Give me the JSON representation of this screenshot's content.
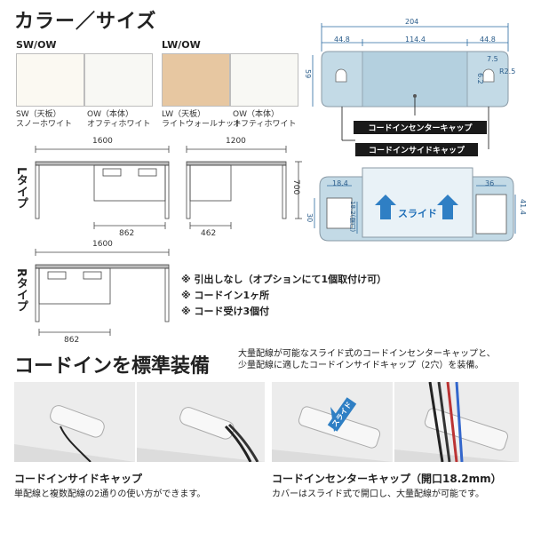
{
  "header": {
    "title": "カラー／サイズ"
  },
  "colors": {
    "groups": [
      {
        "code": "SW/OW",
        "swatches": [
          {
            "color": "#fbf9f2",
            "line1": "SW（天板）",
            "line2": "スノーホワイト"
          },
          {
            "color": "#f8f8f4",
            "line1": "OW（本体）",
            "line2": "オフティホワイト"
          }
        ]
      },
      {
        "code": "LW/OW",
        "swatches": [
          {
            "color": "#e7c7a1",
            "line1": "LW（天板）",
            "line2": "ライトウォールナット"
          },
          {
            "color": "#f8f8f4",
            "line1": "OW（本体）",
            "line2": "オフティホワイト"
          }
        ]
      }
    ]
  },
  "cap_diagram": {
    "total_width": "204",
    "left_width": "44.8",
    "center_width": "114.4",
    "right_width": "44.8",
    "height": "59",
    "d1": "7.5",
    "d2": "R2.5",
    "d3": "6.2",
    "center_label": "コードインセンターキャップ",
    "side_label": "コードインサイドキャップ"
  },
  "slide_diagram": {
    "left_w": "18.4",
    "right_w": "36",
    "left_h": "30",
    "open_h": "18.2(開口)",
    "right_h": "41.4",
    "slide_text": "スライド"
  },
  "desks": {
    "l_type": {
      "label": "Lタイプ",
      "width": "1600",
      "drawer_w": "862"
    },
    "side": {
      "width": "1200",
      "height": "700",
      "depth": "462"
    },
    "r_type": {
      "label": "Rタイプ",
      "width": "1600",
      "drawer_w": "862"
    }
  },
  "notes": [
    "※ 引出しなし（オプションにて1個取付け可）",
    "※ コードイン1ヶ所",
    "※ コード受け3個付"
  ],
  "section2": {
    "title": "コードインを標準装備",
    "desc_line1": "大量配線が可能なスライド式のコードインセンターキャップと、",
    "desc_line2": "少量配線に適したコードインサイドキャップ（2穴）を装備。"
  },
  "photos": {
    "side_title": "コードインサイドキャップ",
    "side_desc": "単配線と複数配線の2通りの使い方ができます。",
    "center_title": "コードインセンターキャップ（開口18.2mm）",
    "center_desc": "カバーはスライド式で開口し、大量配線が可能です。",
    "slide_badge": "スライド"
  }
}
